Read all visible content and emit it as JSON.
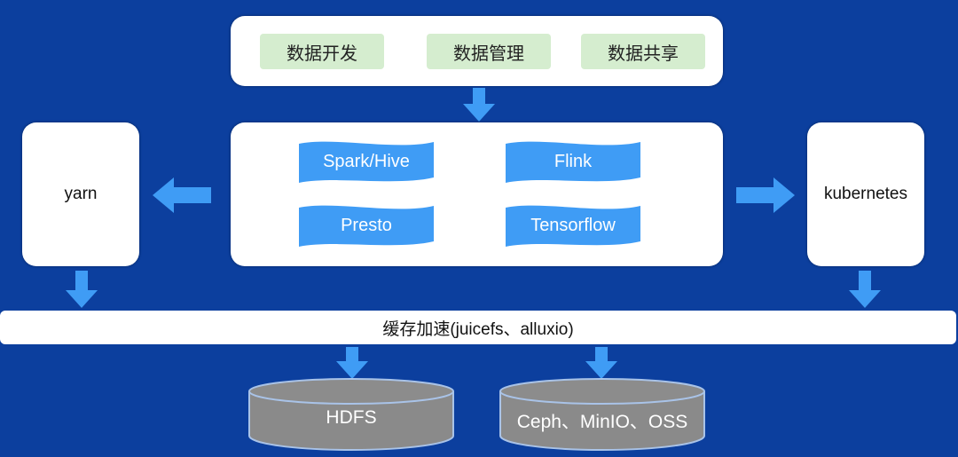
{
  "top": {
    "items": [
      "数据开发",
      "数据管理",
      "数据共享"
    ]
  },
  "engines": [
    "Spark/Hive",
    "Flink",
    "Presto",
    "Tensorflow"
  ],
  "left": {
    "label": "yarn"
  },
  "right": {
    "label": "kubernetes"
  },
  "cache": {
    "label": "缓存加速(juicefs、alluxio)"
  },
  "storage": [
    "HDFS",
    "Ceph、MinIO、OSS"
  ],
  "colors": {
    "background": "#0c3f9e",
    "accent": "#3f9cf5",
    "chip": "#d5edcf",
    "storage": "#8a8a8a"
  }
}
